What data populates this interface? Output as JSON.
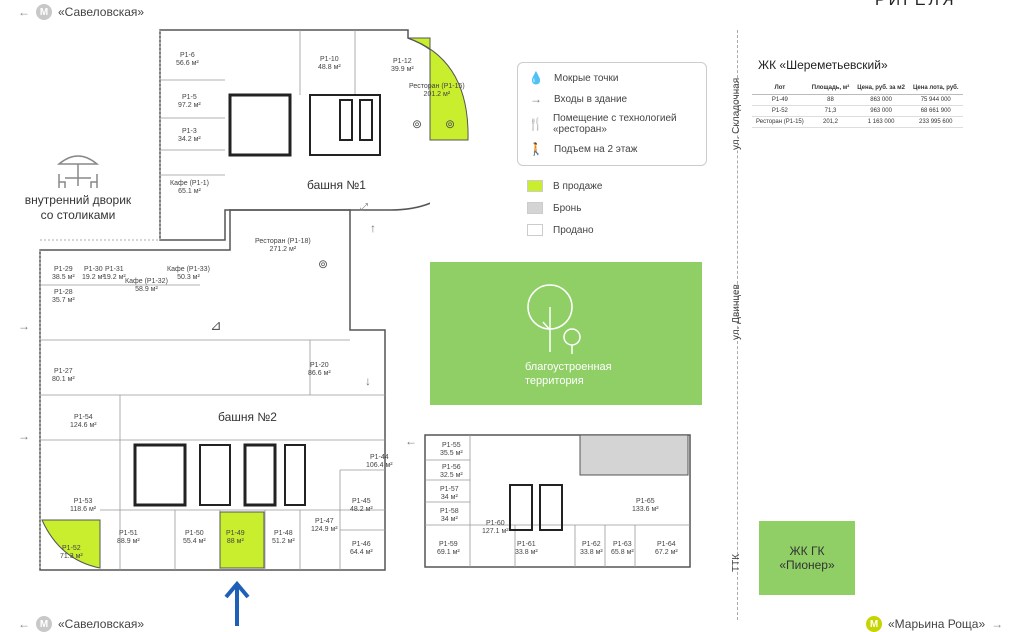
{
  "header": {
    "logo_text": "РИГЕЛЯ"
  },
  "metro": {
    "top_left": {
      "letter": "М",
      "name": "«Савеловская»"
    },
    "bottom_left": {
      "letter": "М",
      "name": "«Савеловская»"
    },
    "bottom_right": {
      "letter": "М",
      "name": "«Марьина Роща»"
    }
  },
  "labels": {
    "courtyard": [
      "внутренний дворик",
      "со столиками"
    ],
    "tower1": "башня №1",
    "tower2": "башня №2",
    "green_area": [
      "благоустроенная",
      "территория"
    ],
    "gk_pioner": [
      "ЖК ГК",
      "«Пионер»"
    ]
  },
  "streets": {
    "skladochnaya": "ул. Складочная",
    "dvintsev": "ул. Двинцев",
    "ttk": "ТТК"
  },
  "legend": {
    "items": [
      {
        "icon": "drop-icon",
        "glyph": "💧",
        "label": "Мокрые точки"
      },
      {
        "icon": "arrow-icon",
        "glyph": "→",
        "label": "Входы в здание"
      },
      {
        "icon": "restaurant-icon",
        "glyph": "🍴",
        "label": "Помещение с технологией «ресторан»"
      },
      {
        "icon": "stairs-icon",
        "glyph": "🚶",
        "label": "Подъем на 2 этаж"
      }
    ],
    "statuses": [
      {
        "label": "В продаже",
        "color": "#c8ee2e"
      },
      {
        "label": "Бронь",
        "color": "#d4d4d4"
      },
      {
        "label": "Продано",
        "color": "#ffffff"
      }
    ]
  },
  "price_table": {
    "title": "ЖК «Шереметьевский»",
    "columns": [
      "Лот",
      "Площадь, м²",
      "Цена, руб. за м2",
      "Цена лота, руб."
    ],
    "rows": [
      [
        "Р1-49",
        "88",
        "863 000",
        "75 944 000"
      ],
      [
        "Р1-52",
        "71,3",
        "963 000",
        "68 661 900"
      ],
      [
        "Ресторан (Р1-15)",
        "201,2",
        "1 163 000",
        "233 995 600"
      ]
    ]
  },
  "units": [
    {
      "id": "Р1-6",
      "area": "56.6 м²",
      "status": "sold"
    },
    {
      "id": "Р1-5",
      "area": "97.2 м²",
      "status": "sold"
    },
    {
      "id": "Р1-3",
      "area": "34.2 м²",
      "status": "sold"
    },
    {
      "id": "Кафе (Р1-1)",
      "area": "65.1 м²",
      "status": "sold"
    },
    {
      "id": "Р1-10",
      "area": "48.8 м²",
      "status": "sold"
    },
    {
      "id": "Р1-12",
      "area": "39.9 м²",
      "status": "sold"
    },
    {
      "id": "Ресторан (Р1-15)",
      "area": "201.2 м²",
      "status": "sale"
    },
    {
      "id": "Ресторан (Р1-18)",
      "area": "271.2 м²",
      "status": "sold"
    },
    {
      "id": "Р1-29",
      "area": "38.5 м²",
      "status": "sold"
    },
    {
      "id": "Р1-30",
      "area": "19.2 м²",
      "status": "sold"
    },
    {
      "id": "Р1-31",
      "area": "19.2 м²",
      "status": "sold"
    },
    {
      "id": "Кафе (Р1-33)",
      "area": "50.3 м²",
      "status": "sold"
    },
    {
      "id": "Кафе (Р1-32)",
      "area": "58.9 м²",
      "status": "sold"
    },
    {
      "id": "Р1-28",
      "area": "35.7 м²",
      "status": "sold"
    },
    {
      "id": "Р1-27",
      "area": "80.1 м²",
      "status": "sold"
    },
    {
      "id": "Р1-20",
      "area": "86.6 м²",
      "status": "sold"
    },
    {
      "id": "Р1-54",
      "area": "124.6 м²",
      "status": "sold"
    },
    {
      "id": "Р1-44",
      "area": "106.4 м²",
      "status": "sold"
    },
    {
      "id": "Р1-53",
      "area": "118.6 м²",
      "status": "sold"
    },
    {
      "id": "Р1-52",
      "area": "71.3 м²",
      "status": "sale"
    },
    {
      "id": "Р1-51",
      "area": "88.9 м²",
      "status": "sold"
    },
    {
      "id": "Р1-50",
      "area": "55.4 м²",
      "status": "sold"
    },
    {
      "id": "Р1-49",
      "area": "88 м²",
      "status": "sale"
    },
    {
      "id": "Р1-48",
      "area": "51.2 м²",
      "status": "sold"
    },
    {
      "id": "Р1-47",
      "area": "124.9 м²",
      "status": "sold"
    },
    {
      "id": "Р1-45",
      "area": "48.2 м²",
      "status": "sold"
    },
    {
      "id": "Р1-46",
      "area": "64.4 м²",
      "status": "sold"
    },
    {
      "id": "Р1-55",
      "area": "35.5 м²",
      "status": "sold"
    },
    {
      "id": "Р1-56",
      "area": "32.5 м²",
      "status": "sold"
    },
    {
      "id": "Р1-57",
      "area": "34 м²",
      "status": "sold"
    },
    {
      "id": "Р1-58",
      "area": "34 м²",
      "status": "sold"
    },
    {
      "id": "Р1-59",
      "area": "69.1 м²",
      "status": "sold"
    },
    {
      "id": "Р1-60",
      "area": "127.1 м²",
      "status": "sold"
    },
    {
      "id": "Р1-61",
      "area": "33.8 м²",
      "status": "sold"
    },
    {
      "id": "Р1-62",
      "area": "33.8 м²",
      "status": "sold"
    },
    {
      "id": "Р1-63",
      "area": "65.8 м²",
      "status": "sold"
    },
    {
      "id": "Р1-64",
      "area": "67.2 м²",
      "status": "sold"
    },
    {
      "id": "Р1-65",
      "area": "133.6 м²",
      "status": "sold"
    }
  ],
  "colors": {
    "sale": "#c8ee2e",
    "booked": "#d4d4d4",
    "green_area": "#8fcf66",
    "metro": "#c8c8c8",
    "metro_mr": "#c6d400",
    "arrow": "#1e5fb8"
  }
}
